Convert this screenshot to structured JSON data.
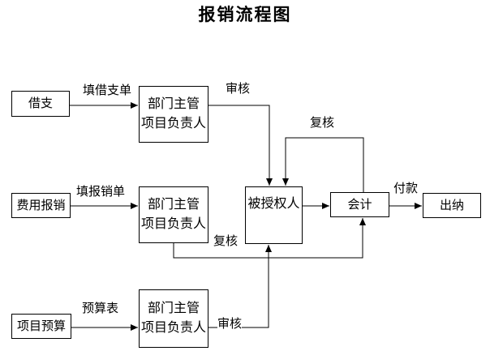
{
  "title": "报销流程图",
  "colors": {
    "background": "#ffffff",
    "line": "#000000",
    "text": "#000000"
  },
  "nodes": {
    "borrow": {
      "label": "借支"
    },
    "manager1": {
      "lines": [
        "部门主管",
        "项目负责人"
      ]
    },
    "expense": {
      "label": "费用报销"
    },
    "manager2": {
      "lines": [
        "部门主管",
        "项目负责人"
      ]
    },
    "authorized": {
      "label": "被授权人"
    },
    "accountant": {
      "label": "会计"
    },
    "cashier": {
      "label": "出纳"
    },
    "budget": {
      "label": "项目预算"
    },
    "manager3": {
      "lines": [
        "部门主管",
        "项目负责人"
      ]
    }
  },
  "edge_labels": {
    "fill_borrow_slip": "填借支单",
    "audit_top": "审核",
    "recheck_loop": "复核",
    "fill_reimburse_form": "填报销单",
    "recheck_mid": "复核",
    "payment": "付款",
    "budget_table": "预算表",
    "audit_bottom": "审核"
  }
}
